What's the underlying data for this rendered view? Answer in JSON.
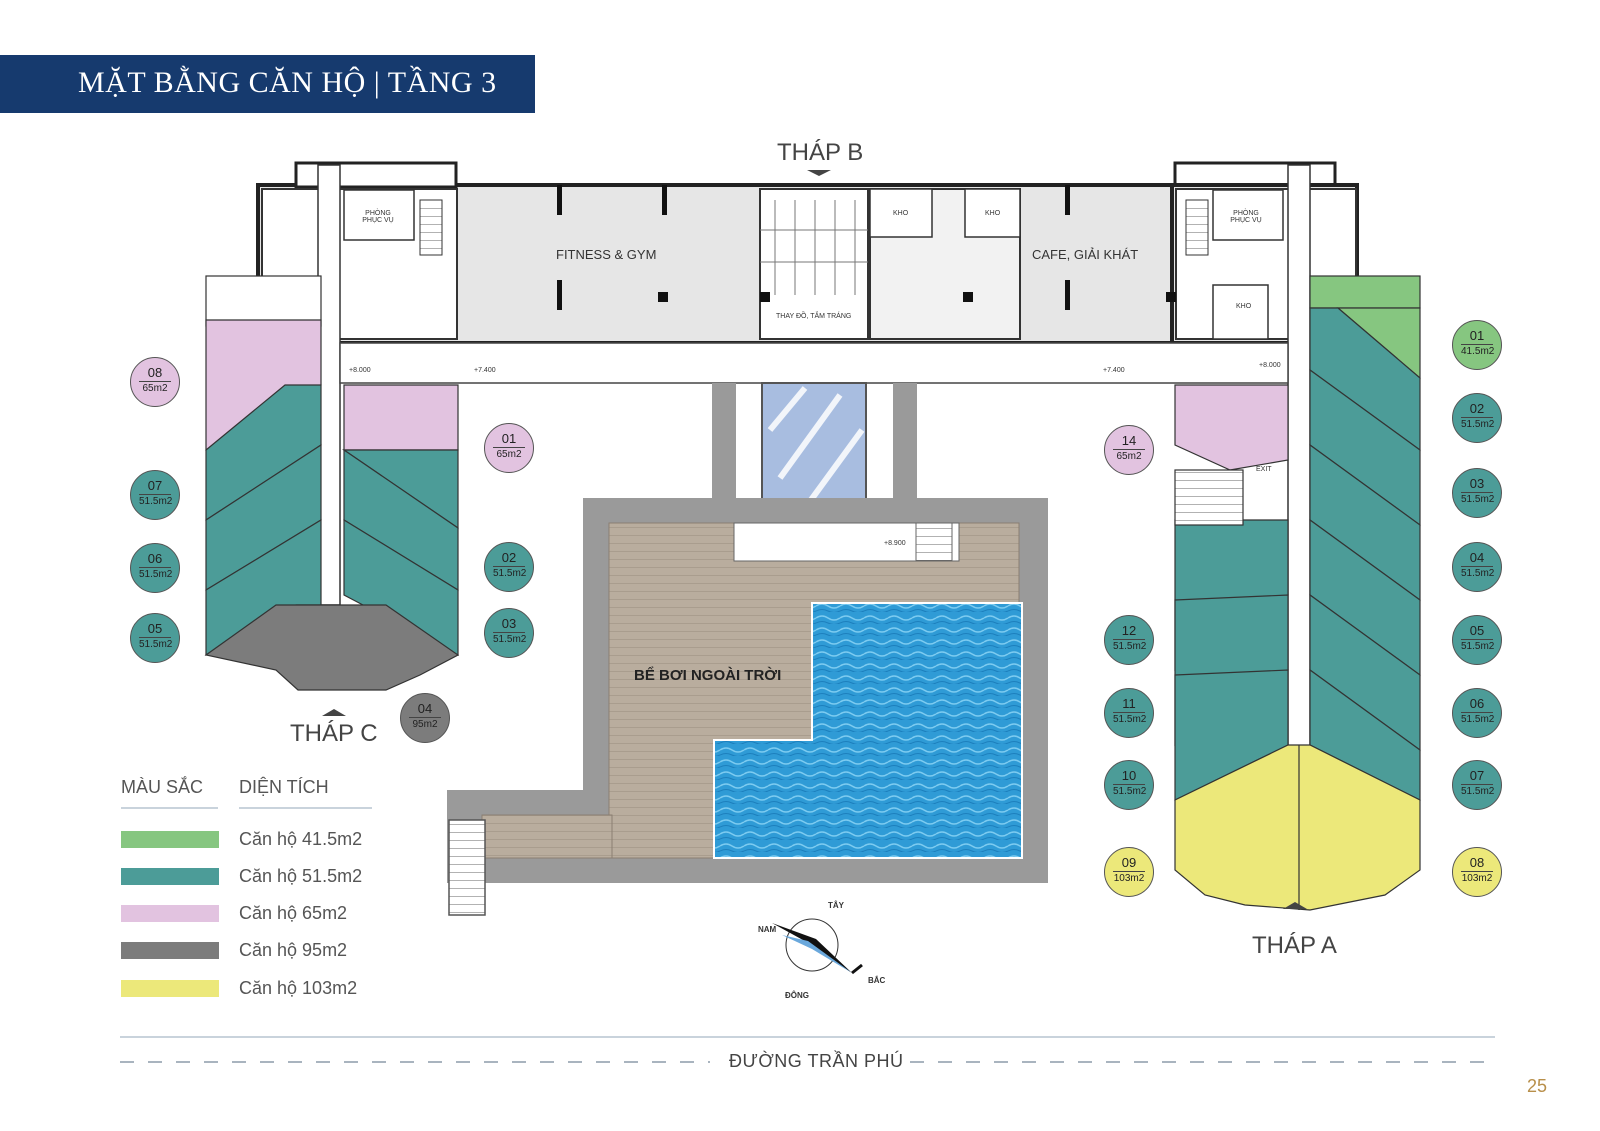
{
  "title": "MẶT BẰNG CĂN HỘ | TẦNG 3",
  "towers": {
    "a": "THÁP A",
    "b": "THÁP B",
    "c": "THÁP C"
  },
  "rooms": {
    "fitness": "FITNESS & GYM",
    "cafe": "CAFE, GIẢI KHÁT",
    "pool": "BỂ BƠI NGOÀI TRỜI",
    "changing": "THAY ĐỒ, TẮM TRÁNG",
    "storage": "KHO",
    "service_room": "PHÒNG PHỤC VỤ",
    "exit": "EXIT"
  },
  "levels": [
    "+8.000",
    "+7.400",
    "+7.400",
    "+8.000",
    "+8.900"
  ],
  "colors": {
    "brand": "#163a6e",
    "area_41_5": "#86c680",
    "area_51_5": "#4c9c98",
    "area_65": "#e2c3e0",
    "area_95": "#7c7c7c",
    "area_103": "#ece87a",
    "page_number": "#b88f4a"
  },
  "units": {
    "tower_c": [
      {
        "num": "08",
        "area": "65m2"
      },
      {
        "num": "07",
        "area": "51.5m2"
      },
      {
        "num": "06",
        "area": "51.5m2"
      },
      {
        "num": "05",
        "area": "51.5m2"
      },
      {
        "num": "01",
        "area": "65m2"
      },
      {
        "num": "02",
        "area": "51.5m2"
      },
      {
        "num": "03",
        "area": "51.5m2"
      },
      {
        "num": "04",
        "area": "95m2"
      }
    ],
    "tower_a": [
      {
        "num": "01",
        "area": "41.5m2"
      },
      {
        "num": "02",
        "area": "51.5m2"
      },
      {
        "num": "03",
        "area": "51.5m2"
      },
      {
        "num": "04",
        "area": "51.5m2"
      },
      {
        "num": "05",
        "area": "51.5m2"
      },
      {
        "num": "06",
        "area": "51.5m2"
      },
      {
        "num": "07",
        "area": "51.5m2"
      },
      {
        "num": "08",
        "area": "103m2"
      },
      {
        "num": "14",
        "area": "65m2"
      },
      {
        "num": "12",
        "area": "51.5m2"
      },
      {
        "num": "11",
        "area": "51.5m2"
      },
      {
        "num": "10",
        "area": "51.5m2"
      },
      {
        "num": "09",
        "area": "103m2"
      }
    ]
  },
  "legend": {
    "color_header": "MÀU SẮC",
    "area_header": "DIỆN TÍCH",
    "items": [
      {
        "label": "Căn hộ 41.5m2",
        "color": "#86c680"
      },
      {
        "label": "Căn hộ 51.5m2",
        "color": "#4c9c98"
      },
      {
        "label": "Căn hộ 65m2",
        "color": "#e2c3e0"
      },
      {
        "label": "Căn hộ 95m2",
        "color": "#7c7c7c"
      },
      {
        "label": "Căn hộ 103m2",
        "color": "#ece87a"
      }
    ]
  },
  "compass": {
    "north": "BẮC",
    "south": "NAM",
    "east": "ĐÔNG",
    "west": "TÂY"
  },
  "road": "ĐƯỜNG TRẦN PHÚ",
  "page_number": "25"
}
